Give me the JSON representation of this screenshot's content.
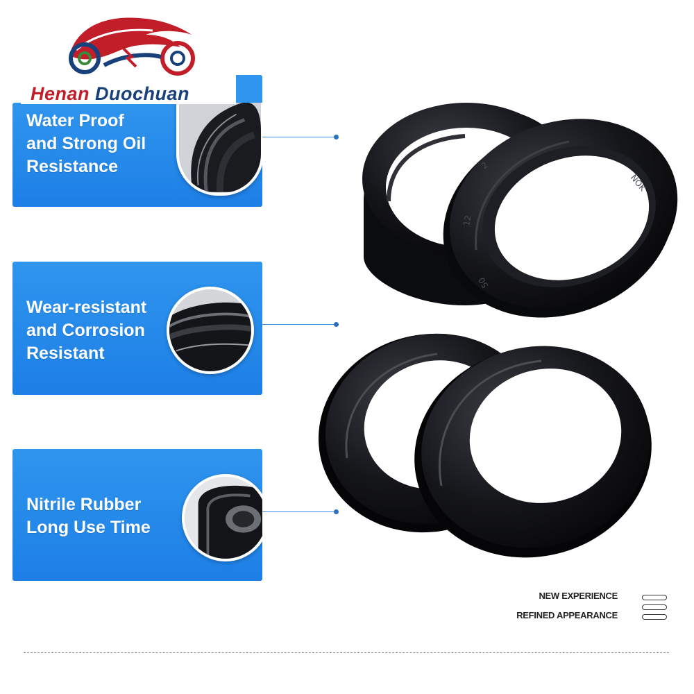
{
  "brand": {
    "name_part1": "Henan",
    "name_part2": "Duochuan",
    "logo_icon": "motorcycle-logo-icon",
    "colors": {
      "red": "#c21e2a",
      "navy": "#18407a"
    }
  },
  "features": [
    {
      "text": "Water Proof\nand Strong Oil\nResistance",
      "icon": "oil-seal-closeup-icon"
    },
    {
      "text": "Wear-resistant\nand Corrosion\nResistant",
      "icon": "oil-seal-closeup-icon"
    },
    {
      "text": "Nitrile Rubber\nLong Use Time",
      "icon": "oil-seal-closeup-icon"
    }
  ],
  "taglines": {
    "line1": "NEW EXPERIENCE",
    "line2": "REFINED APPEARANCE"
  },
  "product": {
    "items": [
      "fork-oil-seal",
      "fork-oil-seal",
      "dust-seal",
      "dust-seal"
    ],
    "seal_markings": [
      "2",
      "12",
      "50",
      "NOK"
    ]
  },
  "colors": {
    "panel_blue": "#2488ea",
    "product_black": "#0f1014"
  }
}
